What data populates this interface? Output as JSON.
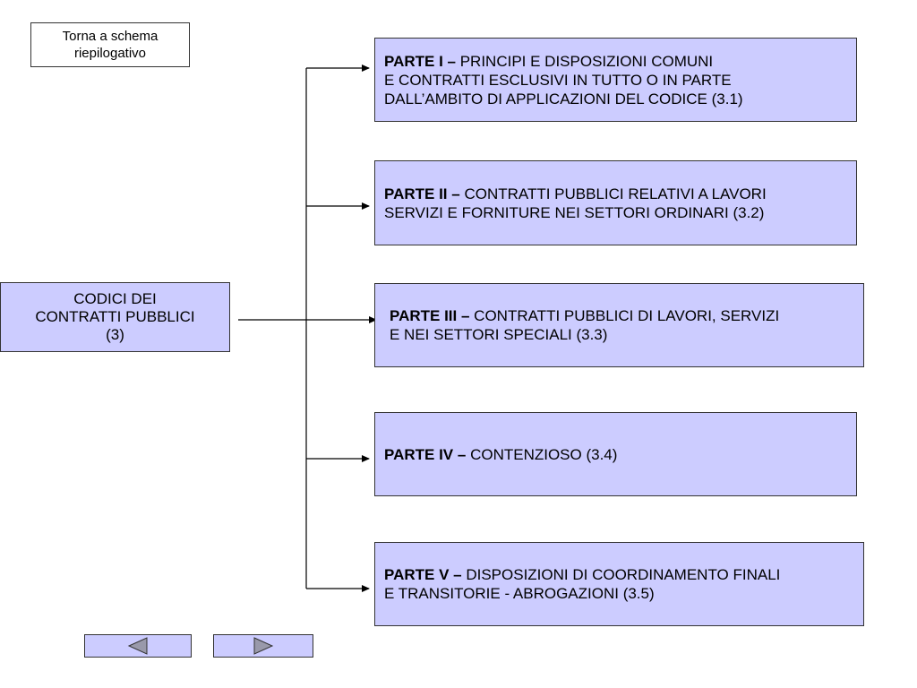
{
  "back_link": {
    "line1": "Torna a schema",
    "line2": "riepilogativo"
  },
  "root": {
    "line1": "CODICI DEI",
    "line2": "CONTRATTI PUBBLICI",
    "line3": "(3)"
  },
  "parts": [
    {
      "label": "PARTE I –",
      "line1": "PRINCIPI E DISPOSIZIONI COMUNI",
      "line2": "E CONTRATTI ESCLUSIVI IN TUTTO O IN PARTE",
      "line3": "DALL’AMBITO DI APPLICAZIONI DEL CODICE (3.1)"
    },
    {
      "label": "PARTE II –",
      "line1": "CONTRATTI PUBBLICI RELATIVI A LAVORI",
      "line2": "SERVIZI E FORNITURE NEI SETTORI ORDINARI (3.2)"
    },
    {
      "label": "PARTE III –",
      "line1": "CONTRATTI PUBBLICI DI LAVORI, SERVIZI",
      "line2": "E NEI SETTORI SPECIALI (3.3)"
    },
    {
      "label": "PARTE IV –",
      "line1": "CONTENZIOSO (3.4)"
    },
    {
      "label": "PARTE V –",
      "line1": "DISPOSIZIONI DI COORDINAMENTO FINALI",
      "line2": "E TRANSITORIE - ABROGAZIONI (3.5)"
    }
  ],
  "nav": {
    "prev_icon": "left-triangle-icon",
    "next_icon": "right-triangle-icon"
  },
  "colors": {
    "box_fill": "#ccccff",
    "border": "#333333",
    "nav_triangle": "#9999aa"
  }
}
